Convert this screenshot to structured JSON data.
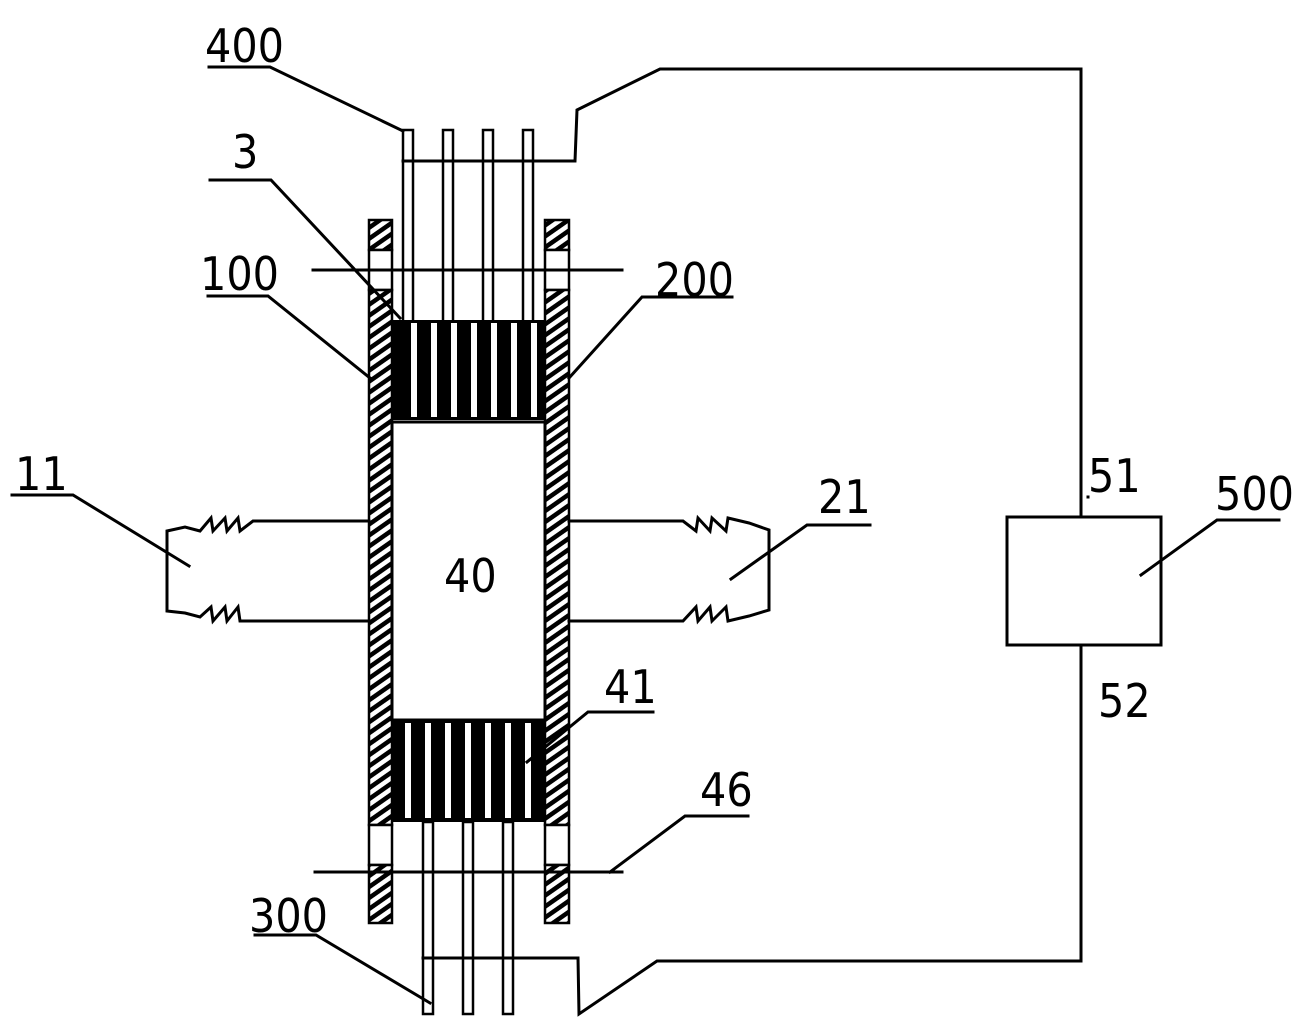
{
  "figure": {
    "type": "patent schematic",
    "colors": {
      "line": "#000000",
      "background": "#ffffff"
    }
  },
  "labels": {
    "l400": "400",
    "l3": "3",
    "l100": "100",
    "l200": "200",
    "l11": "11",
    "l21": "21",
    "l40": "40",
    "l41": "41",
    "l46": "46",
    "l300": "300",
    "l51": "51",
    "l52": "52",
    "l500": "500"
  },
  "components": [
    {
      "ref": "400",
      "desc": "upper electrode rods (4)"
    },
    {
      "ref": "3",
      "desc": "upper sealing plug"
    },
    {
      "ref": "100",
      "desc": "left wall"
    },
    {
      "ref": "200",
      "desc": "right wall"
    },
    {
      "ref": "11",
      "desc": "left threaded port"
    },
    {
      "ref": "21",
      "desc": "right threaded port"
    },
    {
      "ref": "40",
      "desc": "central chamber"
    },
    {
      "ref": "41",
      "desc": "lower sealing plug"
    },
    {
      "ref": "46",
      "desc": "lower axis line"
    },
    {
      "ref": "300",
      "desc": "lower electrode rods (3)"
    },
    {
      "ref": "500",
      "desc": "control box"
    },
    {
      "ref": "51",
      "desc": "upper lead"
    },
    {
      "ref": "52",
      "desc": "lower lead"
    }
  ]
}
